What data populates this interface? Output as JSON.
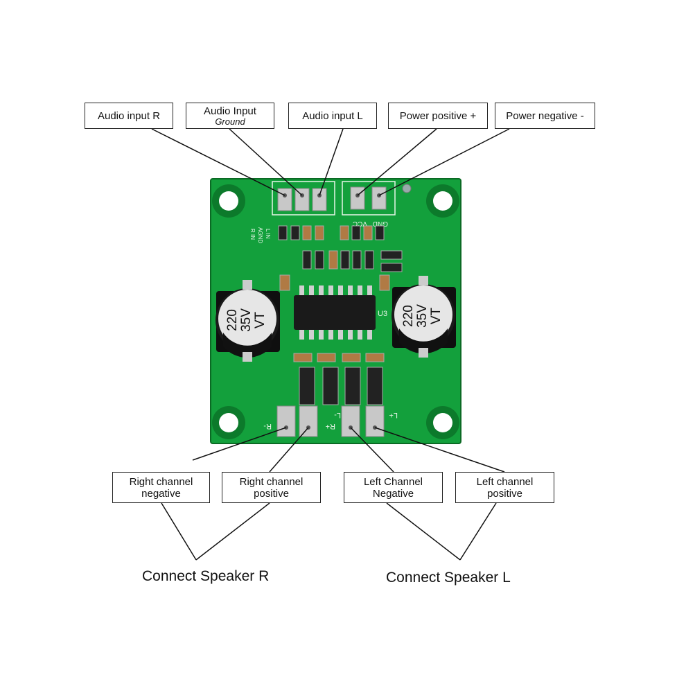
{
  "labels": {
    "audio_input_r": "Audio input R",
    "audio_input_ground_line1": "Audio Input",
    "audio_input_ground_line2": "Ground",
    "audio_input_l": "Audio input L",
    "power_positive": "Power positive +",
    "power_negative": "Power negative -",
    "right_channel_negative_line1": "Right channel",
    "right_channel_negative_line2": "negative",
    "right_channel_positive_line1": "Right channel",
    "right_channel_positive_line2": "positive",
    "left_channel_negative_line1": "Left Channel",
    "left_channel_negative_line2": "Negative",
    "left_channel_positive_line1": "Left channel",
    "left_channel_positive_line2": "positive"
  },
  "captions": {
    "speaker_r": "Connect Speaker R",
    "speaker_l": "Connect Speaker L"
  },
  "silkscreen": {
    "r_in": "R IN",
    "agnd": "AGND",
    "l_in": "L IN",
    "gnd": "GND",
    "vcc": "VCC",
    "u3": "U3",
    "r_minus": "R-",
    "r_plus": "R+",
    "l_minus": "L-",
    "l_plus": "L+"
  },
  "capacitor": {
    "value": "220",
    "voltage": "35V",
    "series": "VT"
  },
  "colors": {
    "board": "#13a03c",
    "board_dark": "#0d7f2c",
    "pad": "#c8c8c8",
    "line": "#111111"
  }
}
